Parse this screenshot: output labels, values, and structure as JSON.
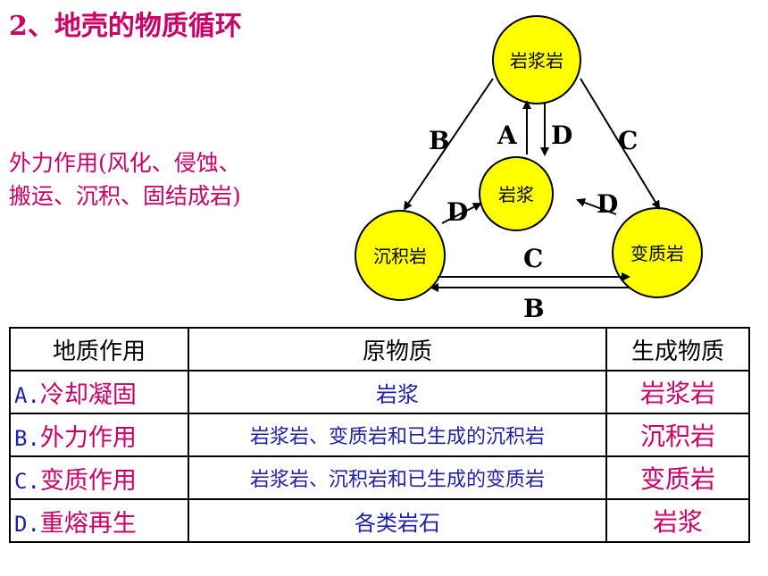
{
  "title": "2、地壳的物质循环",
  "note": {
    "line1": "外力作用(风化、侵蚀、",
    "line2": "搬运、沉积、固结成岩)"
  },
  "diagram": {
    "nodes": {
      "top": "岩浆岩",
      "center": "岩浆",
      "left": "沉积岩",
      "right": "变质岩"
    },
    "edge_labels": {
      "top_to_left": "B",
      "top_to_right": "C",
      "center_up": "A",
      "top_down": "D",
      "left_to_center": "D",
      "right_to_center": "D",
      "left_to_right": "C",
      "right_to_left": "B"
    },
    "colors": {
      "node_fill": "#ffff00",
      "stroke": "#000000"
    }
  },
  "table": {
    "headers": [
      "地质作用",
      "原物质",
      "生成物质"
    ],
    "rows": [
      {
        "letter": "A.",
        "process": "冷却凝固",
        "source": "岩浆",
        "product": "岩浆岩"
      },
      {
        "letter": "B.",
        "process": "外力作用",
        "source": "岩浆岩、变质岩和已生成的沉积岩",
        "product": "沉积岩"
      },
      {
        "letter": "C.",
        "process": "变质作用",
        "source": "岩浆岩、沉积岩和已生成的变质岩",
        "product": "变质岩"
      },
      {
        "letter": "D.",
        "process": "重熔再生",
        "source": "各类岩石",
        "product": "岩浆"
      }
    ]
  }
}
